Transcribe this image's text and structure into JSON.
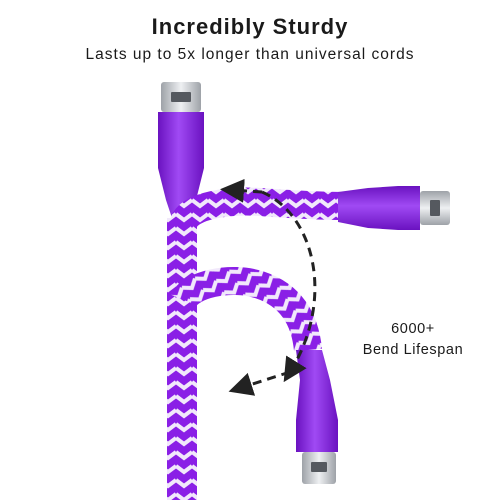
{
  "headline": "Incredibly Sturdy",
  "subheadline": "Lasts up to 5x longer than universal cords",
  "bend_label": {
    "line1": "6000+",
    "line2": "Bend Lifespan"
  },
  "colors": {
    "cable_purple": "#8a1fe6",
    "connector_purple": "#8a20e8",
    "braid_white": "#f1e8fb",
    "metal": "#c9ccd1",
    "arrow": "#222222"
  }
}
